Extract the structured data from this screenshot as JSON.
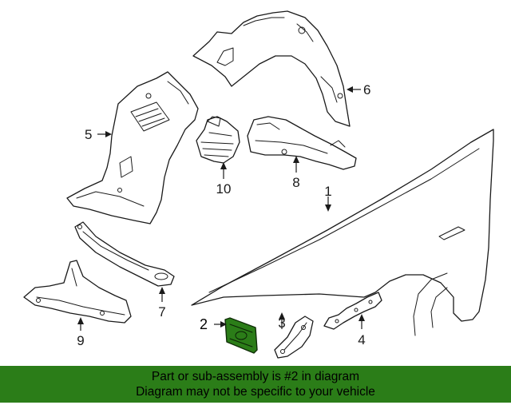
{
  "colors": {
    "highlight": "#2b7d18",
    "line": "#1a1a1a",
    "background": "#ffffff"
  },
  "callouts": {
    "c1": "1",
    "c2": "2",
    "c3": "3",
    "c4": "4",
    "c5": "5",
    "c6": "6",
    "c7": "7",
    "c8": "8",
    "c9": "9",
    "c10": "10"
  },
  "selected_part": "2",
  "notice": {
    "line1": "Part or sub-assembly is #2 in diagram",
    "line2": "Diagram may not be specific to your vehicle"
  }
}
